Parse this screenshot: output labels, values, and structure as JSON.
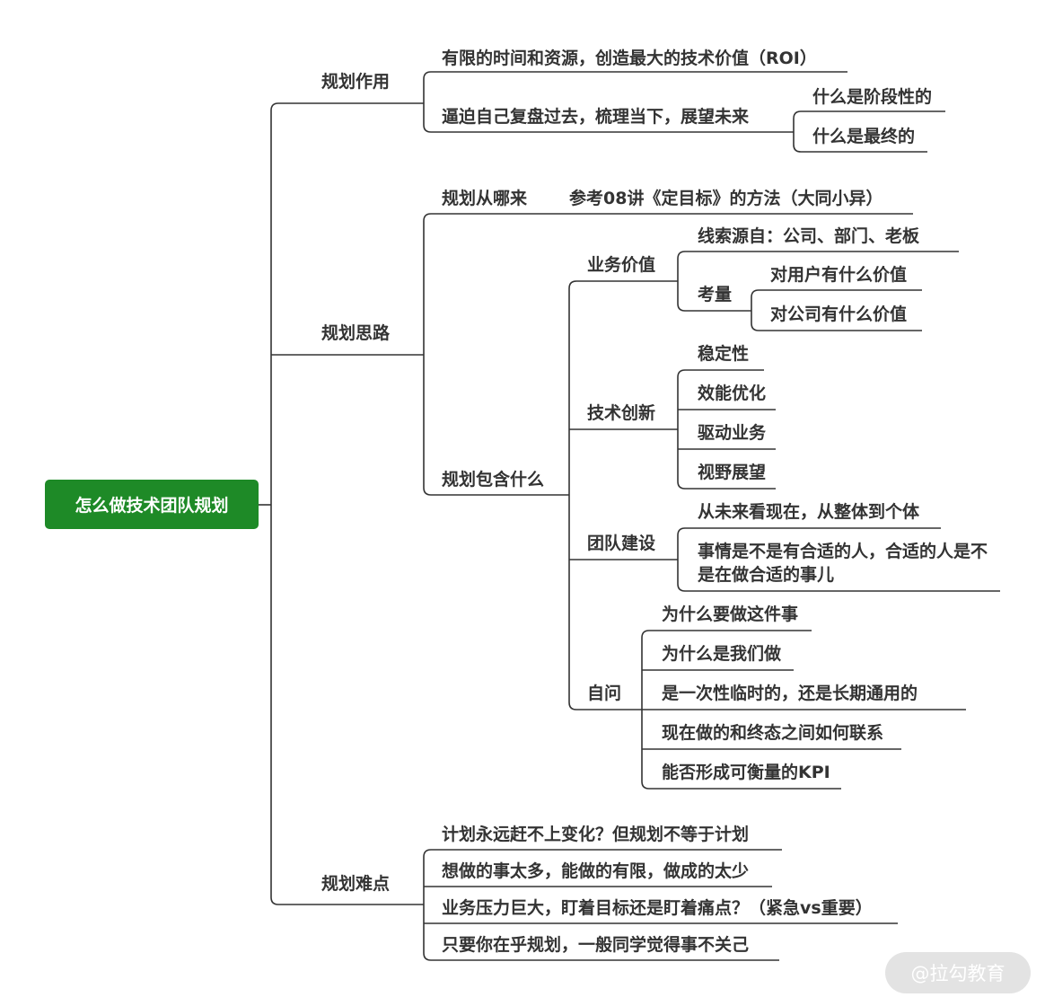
{
  "root": "怎么做技术团队规划",
  "branches": {
    "role": {
      "label": "规划作用",
      "items": [
        "有限的时间和资源，创造最大的技术价值（ROI）",
        "逼迫自己复盘过去，梳理当下，展望未来"
      ],
      "sub": [
        "什么是阶段性的",
        "什么是最终的"
      ]
    },
    "thinking": {
      "label": "规划思路",
      "source": {
        "label": "规划从哪来",
        "note": "参考08讲《定目标》的方法（大同小异）"
      },
      "contains": {
        "label": "规划包含什么",
        "business": {
          "label": "业务价值",
          "clue": "线索源自：公司、部门、老板",
          "measure": {
            "label": "考量",
            "items": [
              "对用户有什么价值",
              "对公司有什么价值"
            ]
          }
        },
        "tech": {
          "label": "技术创新",
          "items": [
            "稳定性",
            "效能优化",
            "驱动业务",
            "视野展望"
          ]
        },
        "team": {
          "label": "团队建设",
          "items": [
            "从未来看现在，从整体到个体",
            "事情是不是有合适的人，合适的人是不是在做合适的事儿"
          ]
        },
        "selfask": {
          "label": "自问",
          "items": [
            "为什么要做这件事",
            "为什么是我们做",
            "是一次性临时的，还是长期通用的",
            "现在做的和终态之间如何联系",
            "能否形成可衡量的KPI"
          ]
        }
      }
    },
    "difficulty": {
      "label": "规划难点",
      "items": [
        "计划永远赶不上变化？但规划不等于计划",
        "想做的事太多，能做的有限，做成的太少",
        "业务压力巨大，盯着目标还是盯着痛点？（紧急vs重要）",
        "只要你在乎规划，一般同学觉得事不关己"
      ]
    }
  },
  "watermark": "@拉勾教育"
}
